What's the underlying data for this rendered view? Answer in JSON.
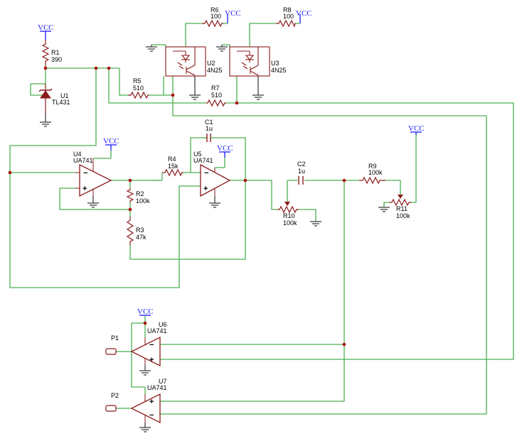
{
  "colors": {
    "wire": "#4caf50",
    "component": "#8b1a1a",
    "junction": "#b01010",
    "supply": "#1a1aff",
    "text": "#000000",
    "ground": "#333333"
  },
  "components": {
    "R1": {
      "ref": "R1",
      "value": "390"
    },
    "R2": {
      "ref": "R2",
      "value": "100k"
    },
    "R3": {
      "ref": "R3",
      "value": "47k"
    },
    "R4": {
      "ref": "R4",
      "value": "15k"
    },
    "R5": {
      "ref": "R5",
      "value": "510"
    },
    "R6": {
      "ref": "R6",
      "value": "100"
    },
    "R7": {
      "ref": "R7",
      "value": "510"
    },
    "R8": {
      "ref": "R8",
      "value": "100"
    },
    "R9": {
      "ref": "R9",
      "value": "100k"
    },
    "R10": {
      "ref": "R10",
      "value": "100k"
    },
    "R11": {
      "ref": "R11",
      "value": "100k"
    },
    "C1": {
      "ref": "C1",
      "value": "1u"
    },
    "C2": {
      "ref": "C2",
      "value": "1u"
    },
    "U1": {
      "ref": "U1",
      "value": "TL431"
    },
    "U2": {
      "ref": "U2",
      "value": "4N25"
    },
    "U3": {
      "ref": "U3",
      "value": "4N25"
    },
    "U4": {
      "ref": "U4",
      "value": "UA741"
    },
    "U5": {
      "ref": "U5",
      "value": "UA741"
    },
    "U6": {
      "ref": "U6",
      "value": "UA741"
    },
    "U7": {
      "ref": "U7",
      "value": "UA741"
    }
  },
  "supply_label": "VCC",
  "ports": {
    "P1": "P1",
    "P2": "P2"
  },
  "opamp_symbols": {
    "minus": "−",
    "plus": "+"
  }
}
